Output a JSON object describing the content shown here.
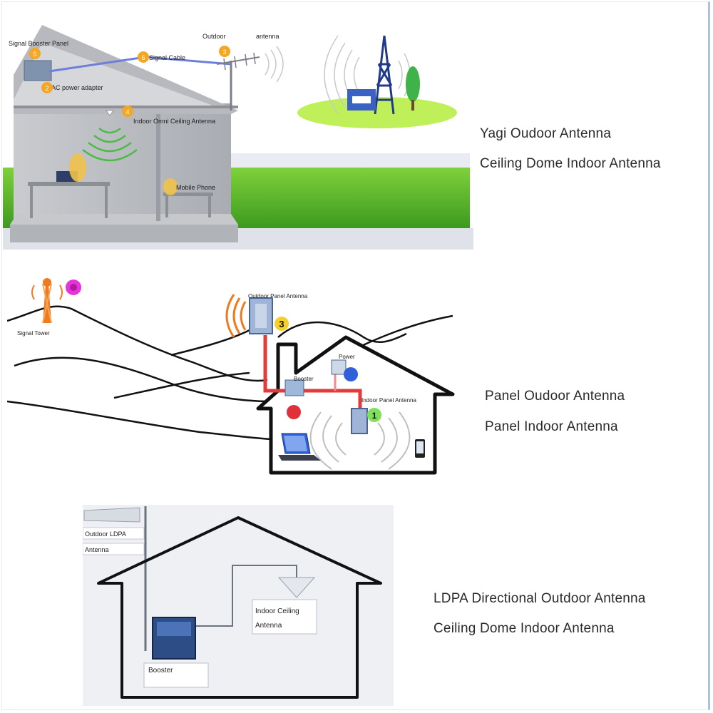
{
  "panel1": {
    "labels": {
      "signal_booster_panel": "Signal Booster Panel",
      "signal_cable": "Signal Cable",
      "outdoor": "Outdoor",
      "antenna": "antenna",
      "ac_power_adapter": "AC power adapter",
      "indoor_omni": "Indoor Omni Ceiling Antenna",
      "mobile_phone": "Mobile Phone"
    },
    "badges": {
      "b1": "5",
      "b2": "2",
      "b3": "6",
      "b4": "3",
      "b5": "4"
    },
    "captions": {
      "line1": "Yagi Oudoor Antenna",
      "line2": "Ceiling Dome Indoor Antenna"
    }
  },
  "panel2": {
    "labels": {
      "signal_tower": "Signal Tower",
      "outdoor_panel_antenna": "Outdoor Panel Antenna",
      "power": "Power",
      "booster": "Booster",
      "indoor_panel_antenna": "Indoor Panel Antenna"
    },
    "badges": {
      "outdoor": "3",
      "indoor": "1"
    },
    "captions": {
      "line1": "Panel Oudoor Antenna",
      "line2": "Panel Indoor Antenna"
    }
  },
  "panel3": {
    "labels": {
      "outdoor_ldpa_1": "Outdoor LDPA",
      "outdoor_ldpa_2": "Antenna",
      "indoor_ceiling_1": "Indoor Ceiling",
      "indoor_ceiling_2": "Antenna",
      "booster": "Booster"
    },
    "captions": {
      "line1": "LDPA Directional Outdoor Antenna",
      "line2": "Ceiling Dome Indoor Antenna"
    }
  },
  "colors": {
    "badge_orange": "#f5a623",
    "grass": "#5cb82e",
    "cable": "#e33a3a",
    "magenta": "#e535d8",
    "blue_badge": "#2f5fd9",
    "green_badge": "#7fe05a",
    "red_badge": "#e0303a"
  }
}
